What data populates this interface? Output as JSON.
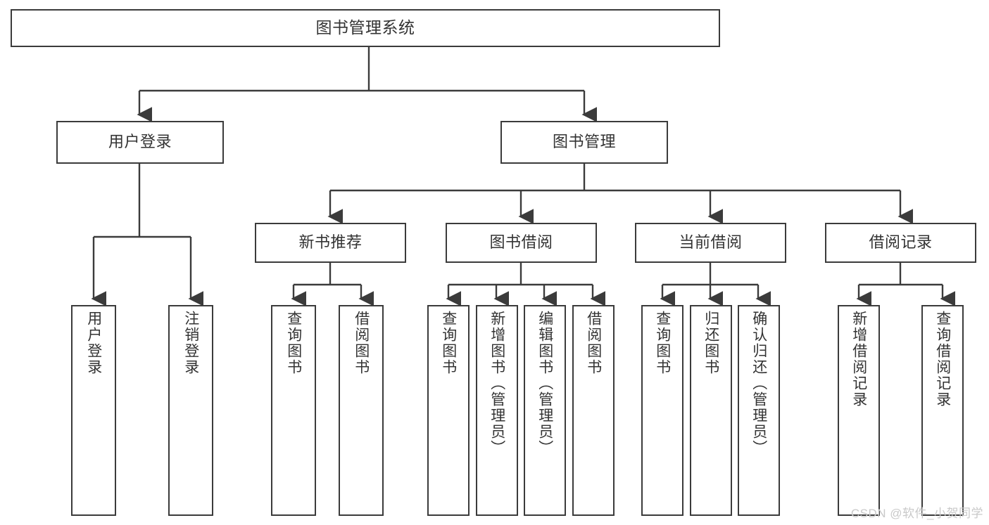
{
  "diagram": {
    "type": "tree",
    "title": "图书管理系统",
    "orientation": "top-down",
    "colors": {
      "box_border": "#3b3b3b",
      "box_fill": "#ffffff",
      "text": "#333333",
      "connector": "#3b3b3b",
      "background": "#ffffff",
      "watermark": "#c9c9c9"
    },
    "root": {
      "label": "图书管理系统"
    },
    "level2": [
      {
        "id": "user-login",
        "label": "用户登录"
      },
      {
        "id": "book-manage",
        "label": "图书管理"
      }
    ],
    "level3": [
      {
        "id": "new-book-recommend",
        "label": "新书推荐",
        "parent": "book-manage"
      },
      {
        "id": "book-borrow",
        "label": "图书借阅",
        "parent": "book-manage"
      },
      {
        "id": "current-borrow",
        "label": "当前借阅",
        "parent": "book-manage"
      },
      {
        "id": "borrow-record",
        "label": "借阅记录",
        "parent": "book-manage"
      }
    ],
    "leaves": {
      "user-login": [
        {
          "id": "leaf-user-login",
          "label": "用户登录"
        },
        {
          "id": "leaf-user-logout",
          "label": "注销登录"
        }
      ],
      "new-book-recommend": [
        {
          "id": "leaf-query-book-1",
          "label": "查询图书"
        },
        {
          "id": "leaf-borrow-book-1",
          "label": "借阅图书"
        }
      ],
      "book-borrow": [
        {
          "id": "leaf-query-book-2",
          "label": "查询图书"
        },
        {
          "id": "leaf-add-book",
          "label": "新增图书（管理员）"
        },
        {
          "id": "leaf-edit-book",
          "label": "编辑图书（管理员）"
        },
        {
          "id": "leaf-borrow-book-2",
          "label": "借阅图书"
        }
      ],
      "current-borrow": [
        {
          "id": "leaf-query-book-3",
          "label": "查询图书"
        },
        {
          "id": "leaf-return-book",
          "label": "归还图书"
        },
        {
          "id": "leaf-confirm-return",
          "label": "确认归还（管理员）"
        }
      ],
      "borrow-record": [
        {
          "id": "leaf-add-record",
          "label": "新增借阅记录"
        },
        {
          "id": "leaf-query-record",
          "label": "查询借阅记录"
        }
      ]
    }
  },
  "watermark": {
    "text": "CSDN @软件_小贺同学"
  }
}
